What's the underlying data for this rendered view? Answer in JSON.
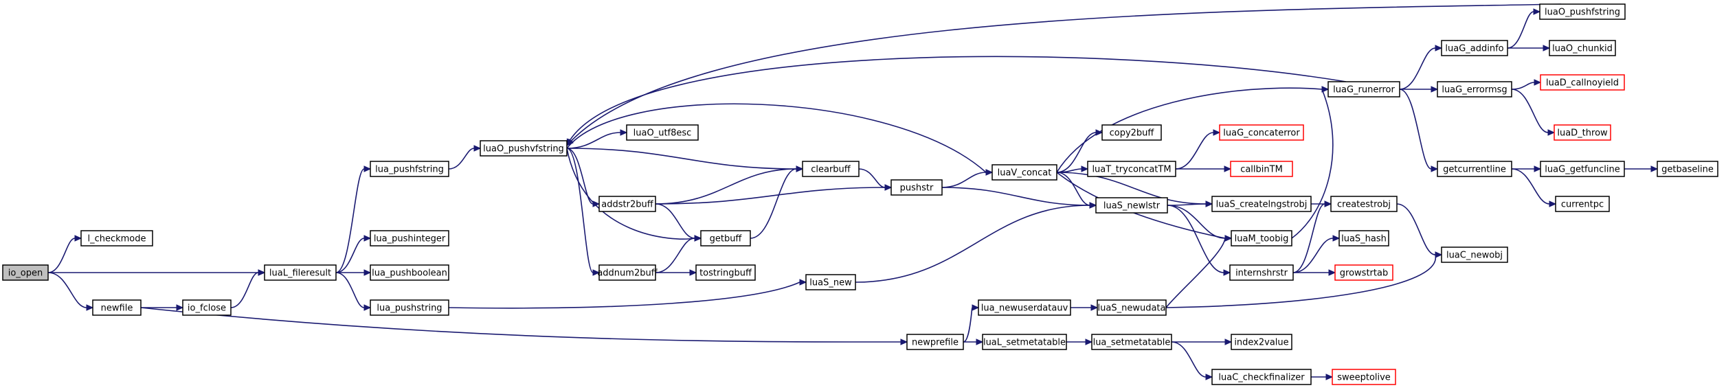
{
  "colors": {
    "edge": "#191970",
    "node_border": "#000000",
    "node_border_red": "#ff0000",
    "node_fill": "#ffffff",
    "root_fill": "#bfbfbf"
  },
  "nodes": {
    "io_open": "io_open",
    "l_checkmode": "l_checkmode",
    "luaL_fileresult": "luaL_fileresult",
    "newfile": "newfile",
    "io_fclose": "io_fclose",
    "newprefile": "newprefile",
    "lua_pushfstring": "lua_pushfstring",
    "lua_pushinteger": "lua_pushinteger",
    "lua_pushboolean": "lua_pushboolean",
    "lua_pushstring": "lua_pushstring",
    "luaO_pushvfstring": "luaO_pushvfstring",
    "luaO_utf8esc": "luaO_utf8esc",
    "addstr2buff": "addstr2buff",
    "addnum2buff": "addnum2buff",
    "clearbuff": "clearbuff",
    "getbuff": "getbuff",
    "tostringbuff": "tostringbuff",
    "pushstr": "pushstr",
    "luaS_new": "luaS_new",
    "luaV_concat": "luaV_concat",
    "copy2buff": "copy2buff",
    "luaT_tryconcatTM": "luaT_tryconcatTM",
    "luaG_concaterror": "luaG_concaterror",
    "callbinTM": "callbinTM",
    "luaS_newlstr": "luaS_newlstr",
    "luaS_createlngstrobj": "luaS_createlngstrobj",
    "luaM_toobig": "luaM_toobig",
    "internshrstr": "internshrstr",
    "createstrobj": "createstrobj",
    "luaS_hash": "luaS_hash",
    "growstrtab": "growstrtab",
    "luaC_newobj": "luaC_newobj",
    "luaG_runerror": "luaG_runerror",
    "luaO_pushfstring": "luaO_pushfstring",
    "luaG_addinfo": "luaG_addinfo",
    "luaO_chunkid": "luaO_chunkid",
    "luaG_errormsg": "luaG_errormsg",
    "luaD_callnoyield": "luaD_callnoyield",
    "luaD_throw": "luaD_throw",
    "getcurrentline": "getcurrentline",
    "luaG_getfuncline": "luaG_getfuncline",
    "getbaseline": "getbaseline",
    "currentpc": "currentpc",
    "lua_newuserdatauv": "lua_newuserdatauv",
    "luaS_newudata": "luaS_newudata",
    "luaL_setmetatable": "luaL_setmetatable",
    "lua_setmetatable": "lua_setmetatable",
    "index2value": "index2value",
    "luaC_checkfinalizer": "luaC_checkfinalizer",
    "sweeptolive": "sweeptolive"
  }
}
